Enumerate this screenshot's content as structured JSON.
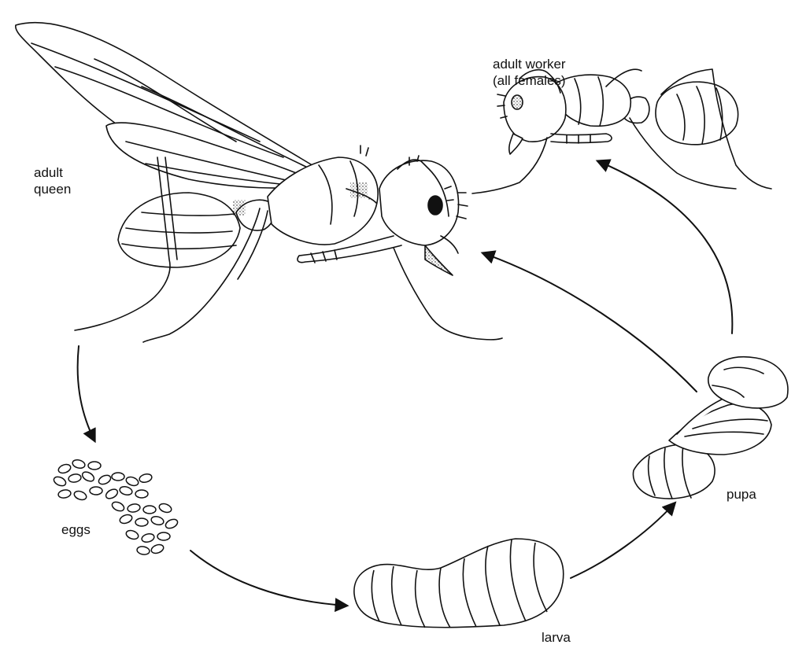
{
  "labels": {
    "queen": [
      "adult",
      "queen"
    ],
    "worker": [
      "adult worker",
      "(all females)"
    ],
    "eggs": "eggs",
    "larva": "larva",
    "pupa": "pupa"
  },
  "colors": {
    "ink": "#111111",
    "background": "#ffffff"
  },
  "stages": [
    {
      "name": "adult-queen",
      "icon": "winged-queen-ant-illustration"
    },
    {
      "name": "eggs",
      "icon": "egg-cluster-illustration"
    },
    {
      "name": "larva",
      "icon": "larva-illustration"
    },
    {
      "name": "pupa",
      "icon": "pupa-illustration"
    },
    {
      "name": "adult-worker",
      "icon": "worker-ant-illustration"
    }
  ]
}
